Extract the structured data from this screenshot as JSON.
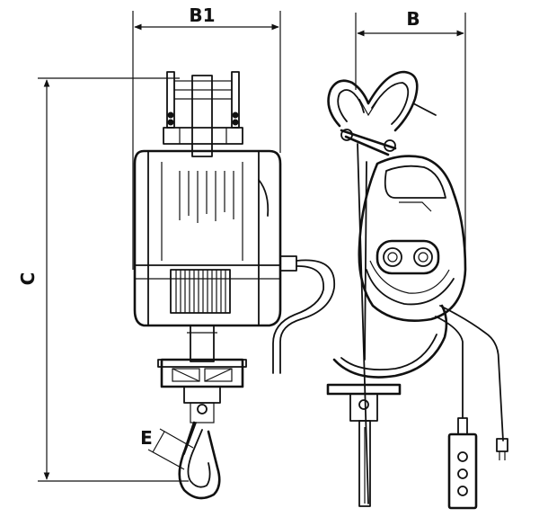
{
  "dimensions": {
    "b1": "B1",
    "b": "B",
    "c": "C",
    "e": "E"
  },
  "colors": {
    "ink": "#111111",
    "paper": "#ffffff"
  }
}
